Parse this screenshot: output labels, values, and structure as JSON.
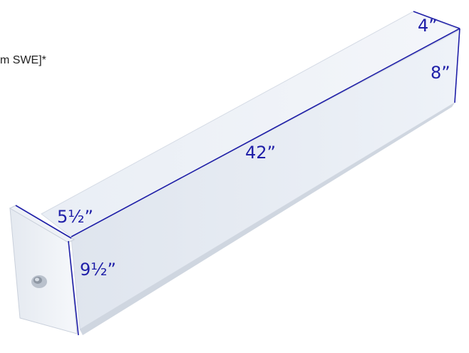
{
  "caption": "m SWE]*",
  "dimensions": {
    "width": "4”",
    "height": "8”",
    "length": "42”",
    "plate_width": "5½”",
    "plate_height": "9½”"
  },
  "colors": {
    "dimension_line": "#1f1fa8",
    "beam_face": "#e6ebf3",
    "beam_top": "#eef2f8",
    "plate": "#f1f4f9"
  }
}
